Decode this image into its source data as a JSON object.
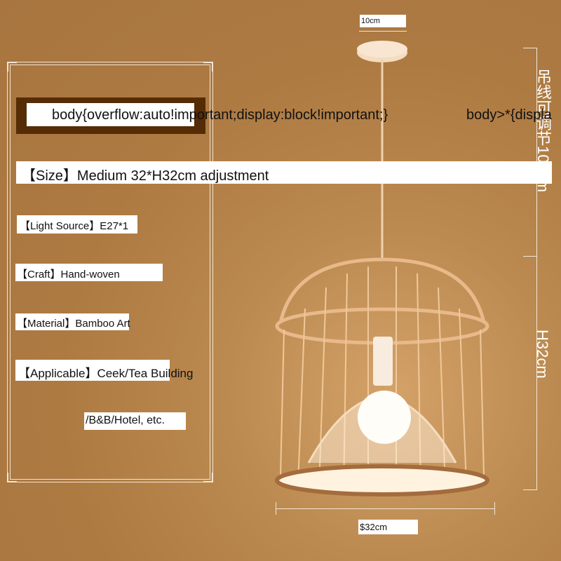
{
  "header_css_left": "body{overflow:auto!important;display:block!important;}",
  "header_css_right": "body>*{displa",
  "specs": {
    "size": "【Size】Medium 32*H32cm adjustment",
    "light_source": "【Light Source】E27*1",
    "craft": "【Craft】Hand-woven",
    "material": "【Material】Bamboo Art",
    "applicable": "【Applicable】Ceek/Tea Building",
    "applicable_cont": "/B&B/Hotel, etc."
  },
  "dimensions": {
    "canopy_width": "10cm",
    "cord_length": "吊线可调节100cm",
    "height": "H32cm",
    "diameter": "$32cm"
  },
  "colors": {
    "background": "#ad7a42",
    "dark_box": "#552c05"
  }
}
